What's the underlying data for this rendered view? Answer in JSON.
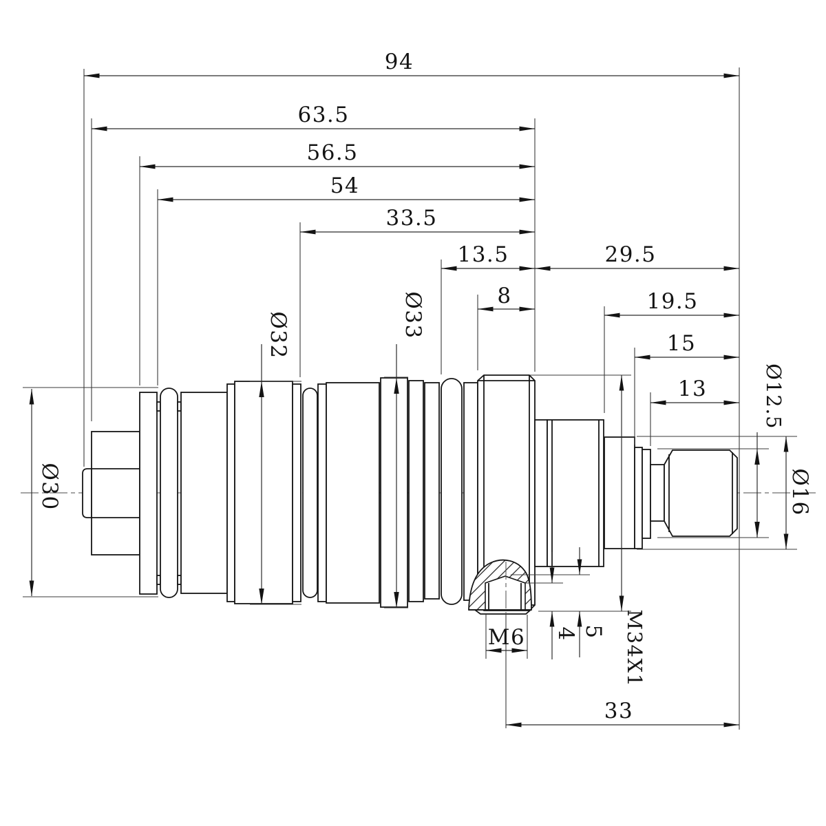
{
  "drawing": {
    "description": "Thermostatic cartridge valve technical dimension drawing, side elevation",
    "units": "mm",
    "line_color": "#161616",
    "background": "#ffffff",
    "labels": {
      "overall_length": "94",
      "length_63_5": "63.5",
      "length_56_5": "56.5",
      "length_54": "54",
      "length_33_5": "33.5",
      "length_13_5": "13.5",
      "length_29_5": "29.5",
      "length_8": "8",
      "length_19_5": "19.5",
      "length_15": "15",
      "length_13": "13",
      "length_33": "33",
      "thread_m6": "M6",
      "thread_m34": "M34X1",
      "dia_30": "Ø30",
      "dia_32": "Ø32",
      "dia_33": "Ø33",
      "dia_12_5": "Ø12.5",
      "dia_16": "Ø16",
      "depth_4": "4",
      "depth_5": "5"
    }
  }
}
